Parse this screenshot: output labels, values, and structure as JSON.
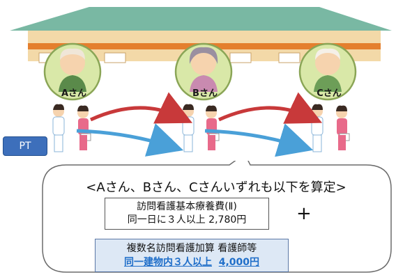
{
  "residents": [
    {
      "name": "Aさん",
      "hair": "#f0e6d8",
      "robe": "#5a8a4a"
    },
    {
      "name": "Bさん",
      "hair": "#9a8fa0",
      "robe": "#c98ab0"
    },
    {
      "name": "Cさん",
      "hair": "#f5f0e8",
      "robe": "#6d9e58"
    }
  ],
  "pt_label": "PT",
  "summary": {
    "headline": "<Aさん、Bさん、Cさんいずれも以下を算定>",
    "base_line1": "訪問看護基本療養費(Ⅱ)",
    "base_line2": "同一日に３人以上  2,780円",
    "plus": "+",
    "add_line1": "複数名訪問看護加算 看護師等",
    "add_line2_a": "同一建物内３人以上",
    "add_line2_b": "4,000円"
  },
  "colors": {
    "roof": "#79b8a3",
    "wall": "#f3d9a8",
    "stripe": "#e47f2e",
    "circle_fill": "#d9e8a8",
    "circle_stroke": "#8aa556",
    "arrow_red": "#c8393a",
    "arrow_blue": "#4aa0d8",
    "pt_badge": "#3d6fbb",
    "add_box": "#dde8f5"
  }
}
